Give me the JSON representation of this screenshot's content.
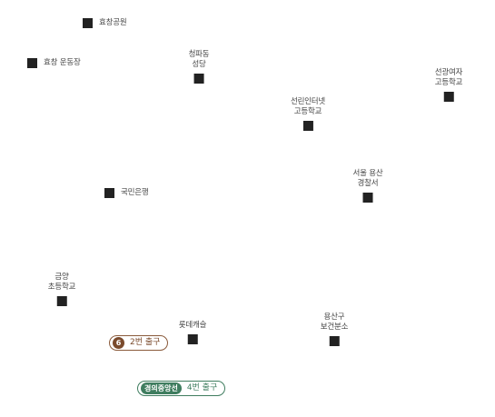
{
  "map": {
    "pois": [
      {
        "id": "hyochang-park",
        "label": "효창공원",
        "icon": "building-marker-icon"
      },
      {
        "id": "hyochang-stadium",
        "label": "효창 운동장",
        "icon": "building-marker-icon"
      },
      {
        "id": "cheongpa-church",
        "label": "청파동\n성당",
        "icon": "building-marker-icon"
      },
      {
        "id": "sunrin-school",
        "label": "선린인터넷\n고등학교",
        "icon": "building-marker-icon"
      },
      {
        "id": "sungkwang-girls-school",
        "label": "선광여자\n고등학교",
        "icon": "building-marker-icon"
      },
      {
        "id": "kookmin-bank",
        "label": "국민은행",
        "icon": "building-marker-icon"
      },
      {
        "id": "yongsan-police",
        "label": "서울 용산\n경찰서",
        "icon": "building-marker-icon"
      },
      {
        "id": "geumyang-school",
        "label": "금양\n초등학교",
        "icon": "building-marker-icon"
      },
      {
        "id": "lotte-castle",
        "label": "롯데캐슬",
        "icon": "building-marker-icon"
      },
      {
        "id": "yongsan-health-center",
        "label": "용산구\n보건분소",
        "icon": "building-marker-icon"
      }
    ],
    "exits": [
      {
        "id": "exit-6",
        "number": "6",
        "label": "2번 출구",
        "color": "#7a4a2c",
        "icon": "subway-line-6-badge"
      },
      {
        "id": "exit-gyeongui",
        "line": "경의중앙선",
        "label": "4번 출구",
        "color": "#3f7d5f",
        "icon": "gyeongui-jungang-line-badge"
      }
    ]
  }
}
